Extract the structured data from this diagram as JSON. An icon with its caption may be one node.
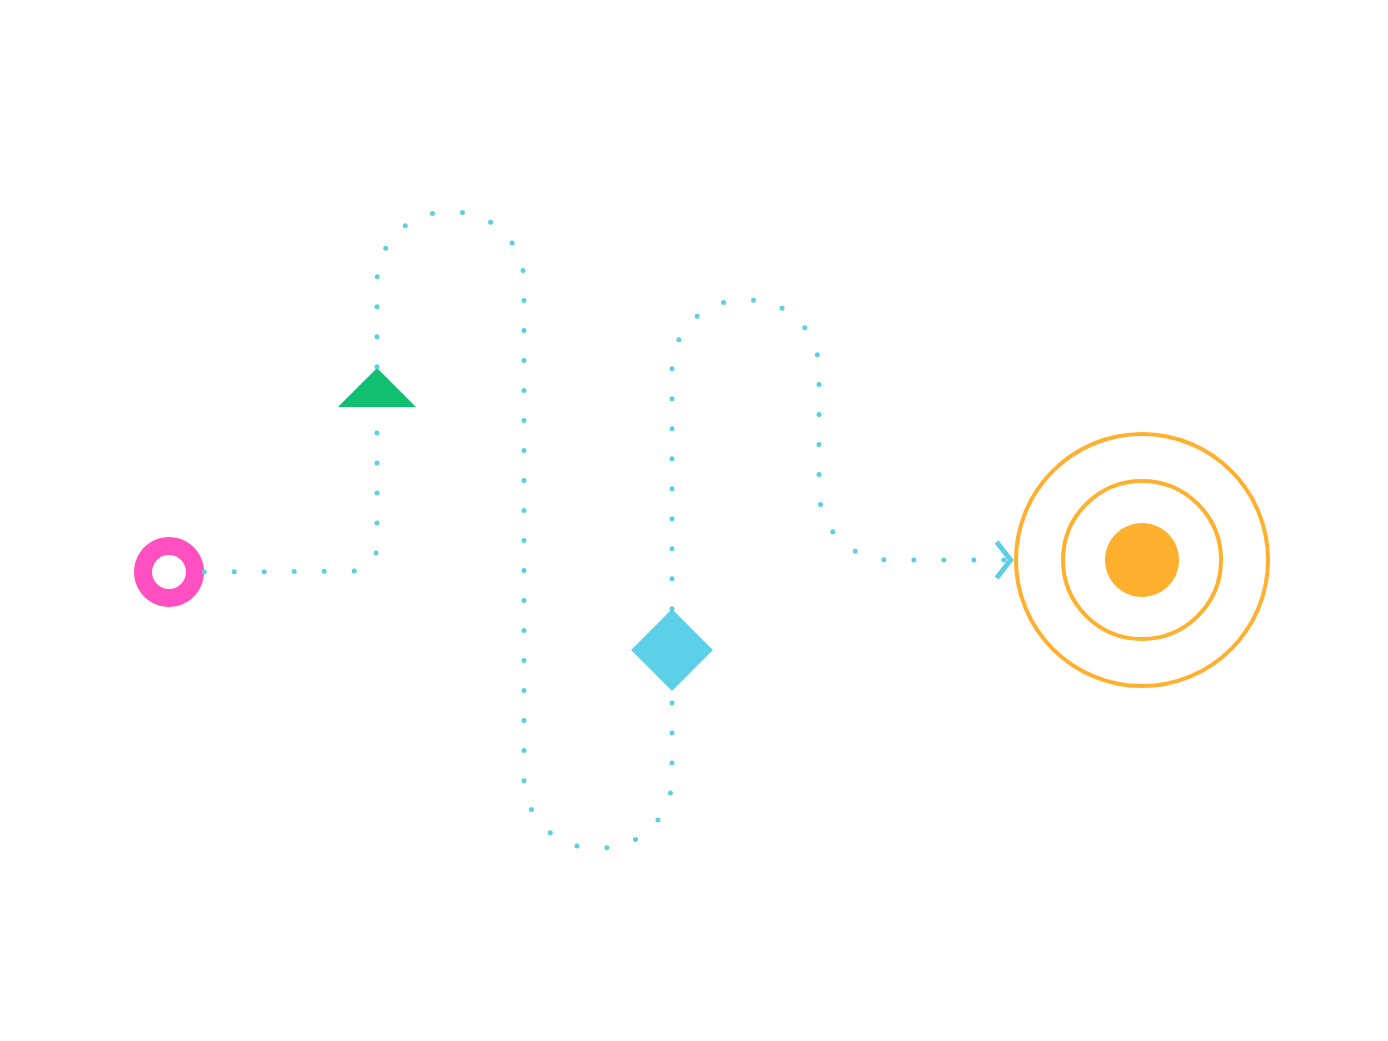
{
  "diagram": {
    "nodes": [
      {
        "text": [],
        "shape": "circle"
      },
      {
        "text": [],
        "shape": "triangle"
      },
      {
        "text": [],
        "shape": "diamond"
      },
      {
        "text": [],
        "shape": "target"
      }
    ],
    "edges": [
      {
        "from": 0,
        "to": 1,
        "arrow": "none",
        "style": "dashed"
      },
      {
        "from": 1,
        "to": 2,
        "arrow": "none",
        "style": "dashed"
      },
      {
        "from": 2,
        "to": 3,
        "arrow": "to",
        "style": "dashed"
      }
    ]
  }
}
